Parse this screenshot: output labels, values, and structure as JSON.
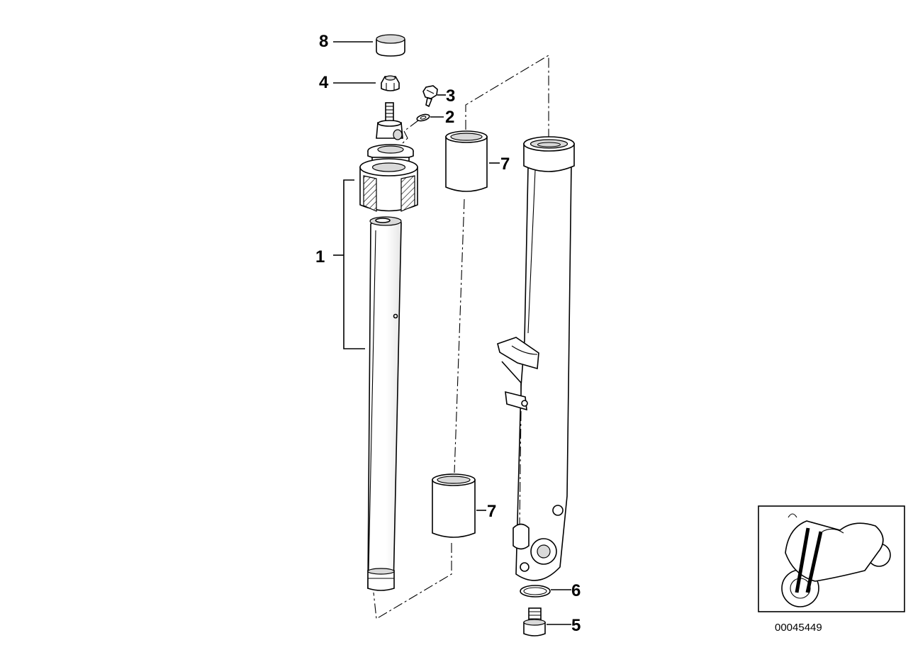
{
  "diagram": {
    "callouts": [
      "8",
      "4",
      "3",
      "2",
      "7",
      "1",
      "7",
      "6",
      "5"
    ],
    "part_number": "00045449"
  },
  "colors": {
    "line": "#000000",
    "background": "#ffffff",
    "shade": "#d9d9d9"
  },
  "icons": [
    "motorcycle-thumbnail-icon"
  ]
}
